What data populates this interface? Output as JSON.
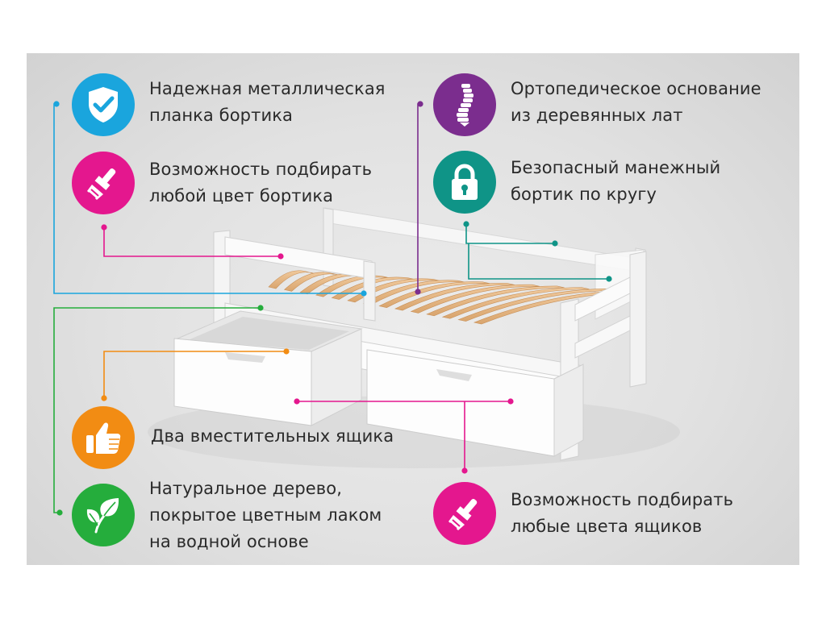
{
  "features": [
    {
      "id": "rail",
      "lines": [
        "Надежная металлическая",
        "планка бортика"
      ],
      "icon": "shield-check-icon",
      "color": "#1aa5dd"
    },
    {
      "id": "color-rail",
      "lines": [
        "Возможность подбирать",
        "любой цвет бортика"
      ],
      "icon": "paint-brush-icon",
      "color": "#e4178e"
    },
    {
      "id": "ortho",
      "lines": [
        "Ортопедическое основание",
        "из деревянных лат"
      ],
      "icon": "spine-icon",
      "color": "#7b2d8e"
    },
    {
      "id": "safe",
      "lines": [
        "Безопасный манежный",
        "бортик по кругу"
      ],
      "icon": "padlock-icon",
      "color": "#0f9487"
    },
    {
      "id": "drawers",
      "lines": [
        "Два вместительных ящика"
      ],
      "icon": "thumbs-up-icon",
      "color": "#f28c13"
    },
    {
      "id": "wood",
      "lines": [
        "Натуральное дерево,",
        "покрытое цветным лаком",
        "на водной основе"
      ],
      "icon": "leaf-icon",
      "color": "#25ad3c"
    },
    {
      "id": "color-drawers",
      "lines": [
        "Возможность подбирать",
        "любые цвета ящиков"
      ],
      "icon": "paint-brush-icon",
      "color": "#e4178e"
    }
  ]
}
